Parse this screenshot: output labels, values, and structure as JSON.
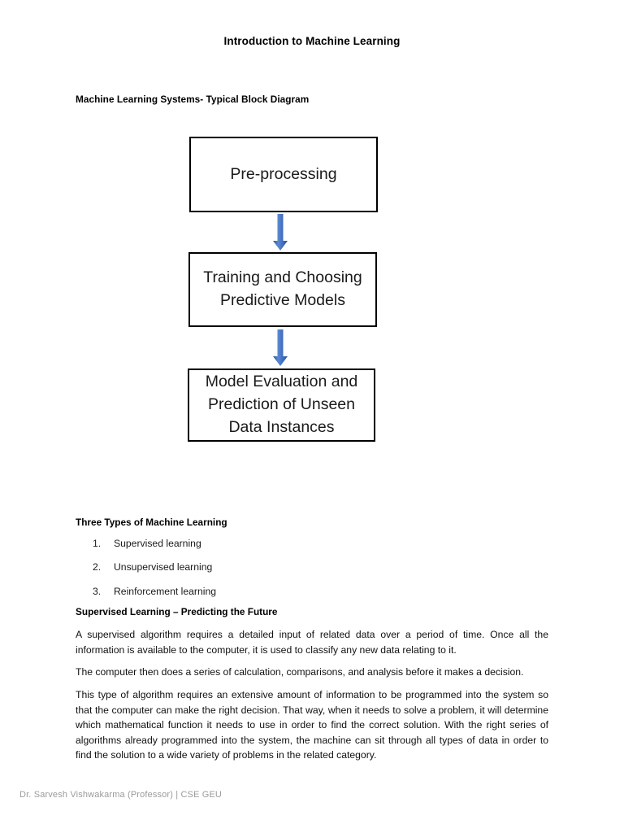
{
  "document": {
    "title": "Introduction to Machine Learning",
    "diagram_heading": "Machine Learning Systems- Typical Block Diagram"
  },
  "diagram": {
    "type": "flowchart",
    "orientation": "vertical",
    "box_border_color": "#000000",
    "arrow_color": "#4472C4",
    "blocks": [
      {
        "id": "pre-processing",
        "label": "Pre-processing"
      },
      {
        "id": "training-choosing",
        "label": "Training and Choosing\nPredictive Models"
      },
      {
        "id": "model-evaluation",
        "label": "Model Evaluation and\nPrediction of Unseen\nData Instances"
      }
    ],
    "arrows": [
      {
        "id": "arrow-1",
        "from": "pre-processing",
        "to": "training-choosing",
        "direction": "down"
      },
      {
        "id": "arrow-2",
        "from": "training-choosing",
        "to": "model-evaluation",
        "direction": "down"
      }
    ]
  },
  "types_section": {
    "heading": "Three Types of Machine Learning",
    "items": [
      {
        "marker": "1.",
        "label": "Supervised learning"
      },
      {
        "marker": "2.",
        "label": "Unsupervised learning"
      },
      {
        "marker": "3.",
        "label": "Reinforcement learning"
      }
    ]
  },
  "supervised_section": {
    "heading": "Supervised Learning – Predicting the Future",
    "paragraphs": [
      "A supervised algorithm requires a detailed input of related data over a period of time. Once all the information is available to the computer, it is used to classify any new data relating to it.",
      "The computer then does a series of calculation, comparisons, and analysis before it makes a decision.",
      "This type of algorithm requires an extensive amount of information to be programmed into the system so that the computer can make the right decision. That way, when it needs to solve a problem, it will determine which mathematical function it needs to use in order to find the correct solution. With the right series of algorithms already programmed into the system, the machine can sit through all types of data in order to find the solution to a wide variety of problems in the related category."
    ]
  },
  "footer": {
    "text": "Dr. Sarvesh Vishwakarma (Professor) | CSE GEU",
    "color": "#9b9b9b"
  }
}
